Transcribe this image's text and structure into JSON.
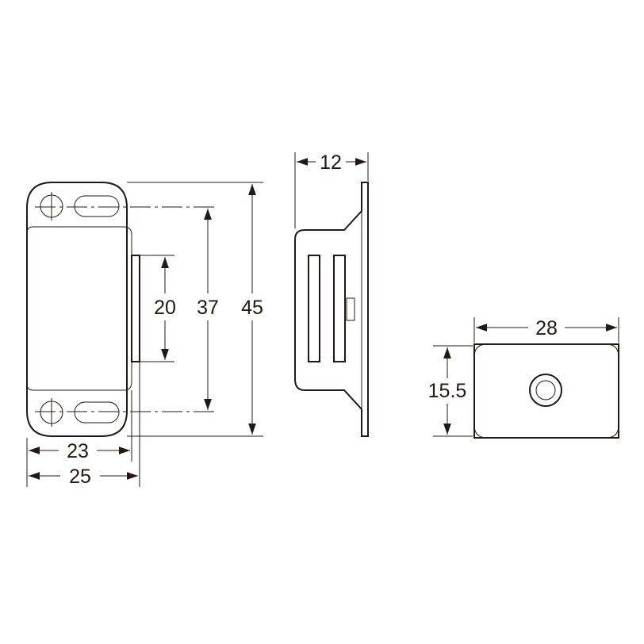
{
  "dimensions": {
    "inner_width": "23",
    "outer_width": "25",
    "magnet_height": "20",
    "hole_pitch": "37",
    "overall_height": "45",
    "side_depth": "12",
    "plate_width": "28",
    "plate_height": "15.5"
  },
  "colors": {
    "line": "#231815",
    "background": "#ffffff"
  }
}
